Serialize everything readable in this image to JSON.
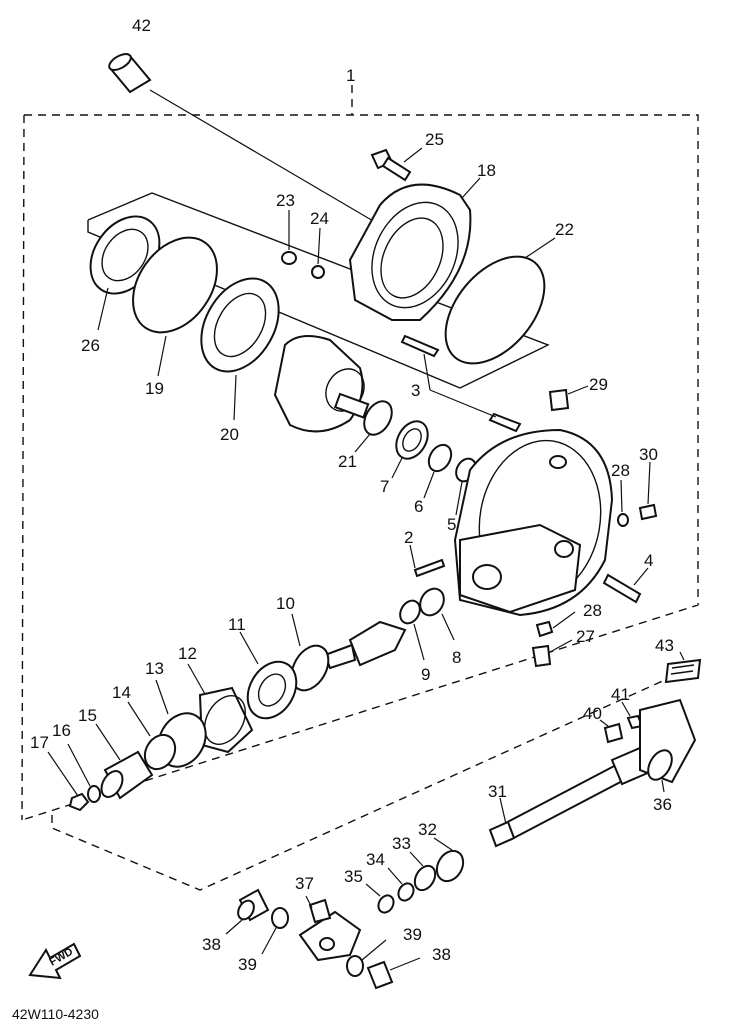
{
  "diagram": {
    "reference_code": "42W110-4230",
    "direction_label": "FWD",
    "callouts": [
      "42",
      "1",
      "25",
      "18",
      "23",
      "24",
      "22",
      "26",
      "19",
      "20",
      "3",
      "29",
      "21",
      "7",
      "6",
      "5",
      "28",
      "30",
      "2",
      "4",
      "10",
      "11",
      "9",
      "8",
      "28",
      "27",
      "43",
      "13",
      "12",
      "41",
      "40",
      "14",
      "15",
      "16",
      "17",
      "31",
      "36",
      "32",
      "33",
      "34",
      "35",
      "37",
      "38",
      "39",
      "39",
      "38"
    ]
  }
}
